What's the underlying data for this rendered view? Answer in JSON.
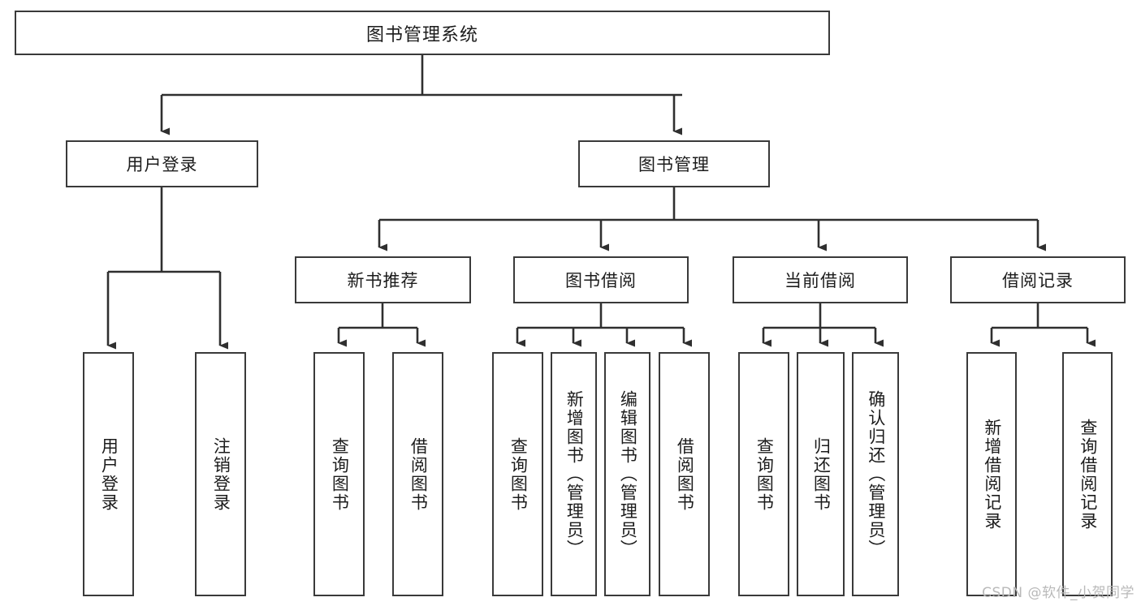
{
  "diagram": {
    "title": "图书管理系统",
    "type": "tree-hierarchy-diagram",
    "colors": {
      "box_border": "#3a3a3a",
      "box_fill": "#ffffff",
      "line": "#2f2f2f",
      "text": "#1c1c1c",
      "watermark": "#b9b9b9"
    },
    "levels": {
      "root": {
        "label": "图书管理系统"
      },
      "level2": [
        {
          "id": "user-login",
          "label": "用户登录"
        },
        {
          "id": "book-manage",
          "label": "图书管理"
        }
      ],
      "level3": [
        {
          "id": "new-book-recommend",
          "label": "新书推荐",
          "parent": "book-manage"
        },
        {
          "id": "book-borrow",
          "label": "图书借阅",
          "parent": "book-manage"
        },
        {
          "id": "current-borrow",
          "label": "当前借阅",
          "parent": "book-manage"
        },
        {
          "id": "borrow-record",
          "label": "借阅记录",
          "parent": "book-manage"
        }
      ],
      "leaves": [
        {
          "id": "leaf-user-login",
          "label": "用户登录",
          "parent": "user-login"
        },
        {
          "id": "leaf-logout-login",
          "label": "注销登录",
          "parent": "user-login"
        },
        {
          "id": "leaf-query-book-1",
          "label": "查询图书",
          "parent": "new-book-recommend"
        },
        {
          "id": "leaf-borrow-book-1",
          "label": "借阅图书",
          "parent": "new-book-recommend"
        },
        {
          "id": "leaf-query-book-2",
          "label": "查询图书",
          "parent": "book-borrow"
        },
        {
          "id": "leaf-add-book",
          "label": "新增图书（管理员）",
          "parent": "book-borrow"
        },
        {
          "id": "leaf-edit-book",
          "label": "编辑图书（管理员）",
          "parent": "book-borrow"
        },
        {
          "id": "leaf-borrow-book-2",
          "label": "借阅图书",
          "parent": "book-borrow"
        },
        {
          "id": "leaf-query-book-3",
          "label": "查询图书",
          "parent": "current-borrow"
        },
        {
          "id": "leaf-return-book",
          "label": "归还图书",
          "parent": "current-borrow"
        },
        {
          "id": "leaf-confirm-return",
          "label": "确认归还（管理员）",
          "parent": "current-borrow"
        },
        {
          "id": "leaf-add-record",
          "label": "新增借阅记录",
          "parent": "borrow-record"
        },
        {
          "id": "leaf-query-record",
          "label": "查询借阅记录",
          "parent": "borrow-record"
        }
      ]
    },
    "watermark": "CSDN @软件_小贺同学"
  }
}
